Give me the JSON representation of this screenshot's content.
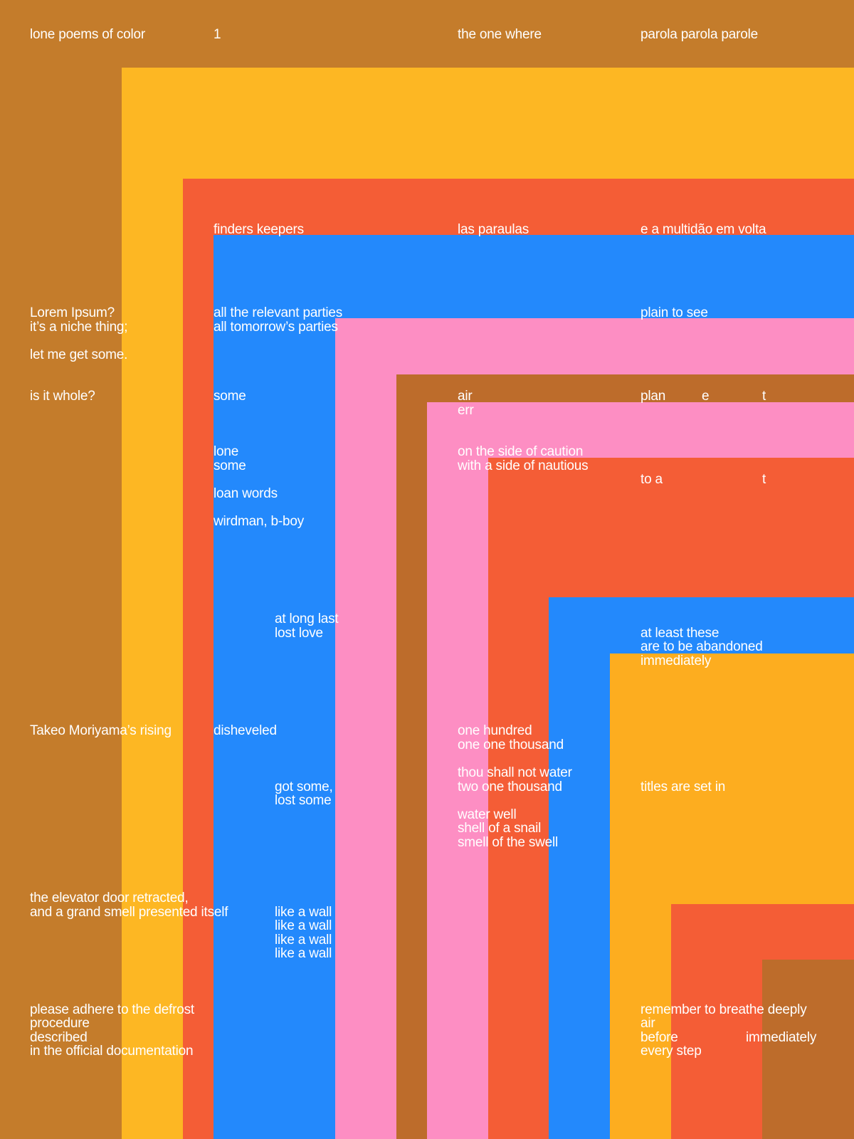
{
  "colors": {
    "ochre": "#c47c2b",
    "yellow": "#fdb723",
    "red_orange": "#f45d36",
    "blue": "#2389fc",
    "pink": "#fd8ec3",
    "brown": "#bd6c2b",
    "orange": "#fdad1f",
    "text": "#ffffff"
  },
  "header": {
    "title": "lone poems of color",
    "number": "1",
    "col3": "the one where",
    "col4": "parola parola parole"
  },
  "rows": {
    "finders": "finders keepers",
    "paraulas": "las paraulas",
    "multidao": "e a multidão em volta",
    "lorem1": "Lorem Ipsum?",
    "lorem2": "it’s a niche thing;",
    "let_me": "let me get some.",
    "parties1": "all the relevant parties",
    "parties2": "all tomorrow’s parties",
    "plain": "plain to see",
    "whole": "is it whole?",
    "some": "some",
    "air": "air",
    "err": "err",
    "plan": "plan",
    "plan_e": "e",
    "plan_t": "t",
    "lone": "lone",
    "lone_some": "some",
    "caution": "on the side of caution",
    "nautious": "with a side of nautious",
    "to_a": "to a",
    "to_a_t": "t",
    "loan": "loan words",
    "wirdman": "wirdman, b-boy",
    "long_last": "at long last",
    "lost_love": "lost love",
    "least1": "at least these",
    "least2": "are to be abandoned",
    "least3": "immediately",
    "moriyama": "Takeo Moriyama’s rising",
    "disheveled": "disheveled",
    "hundred1": "one hundred",
    "hundred2": "one one thousand",
    "water1": "thou shall not water",
    "water2": "two one thousand",
    "got1": "got some,",
    "got2": "lost some",
    "titles": "titles are set in",
    "well1": "water well",
    "well2": "shell of a snail",
    "well3": "smell of the swell",
    "elevator1": "the elevator door retracted,",
    "elevator2": "and a grand smell presented itself",
    "wall1": "like a wall",
    "wall2": "like a wall",
    "wall3": "like a wall",
    "wall4": "like a wall",
    "defrost1": "please adhere to the defrost",
    "defrost2": "procedure",
    "defrost3": "described",
    "defrost4": "in the official documentation",
    "breathe1": "remember to breathe deeply",
    "breathe2": "air",
    "breathe3": "before",
    "breathe3b": "immediately",
    "breathe4": "every step"
  }
}
